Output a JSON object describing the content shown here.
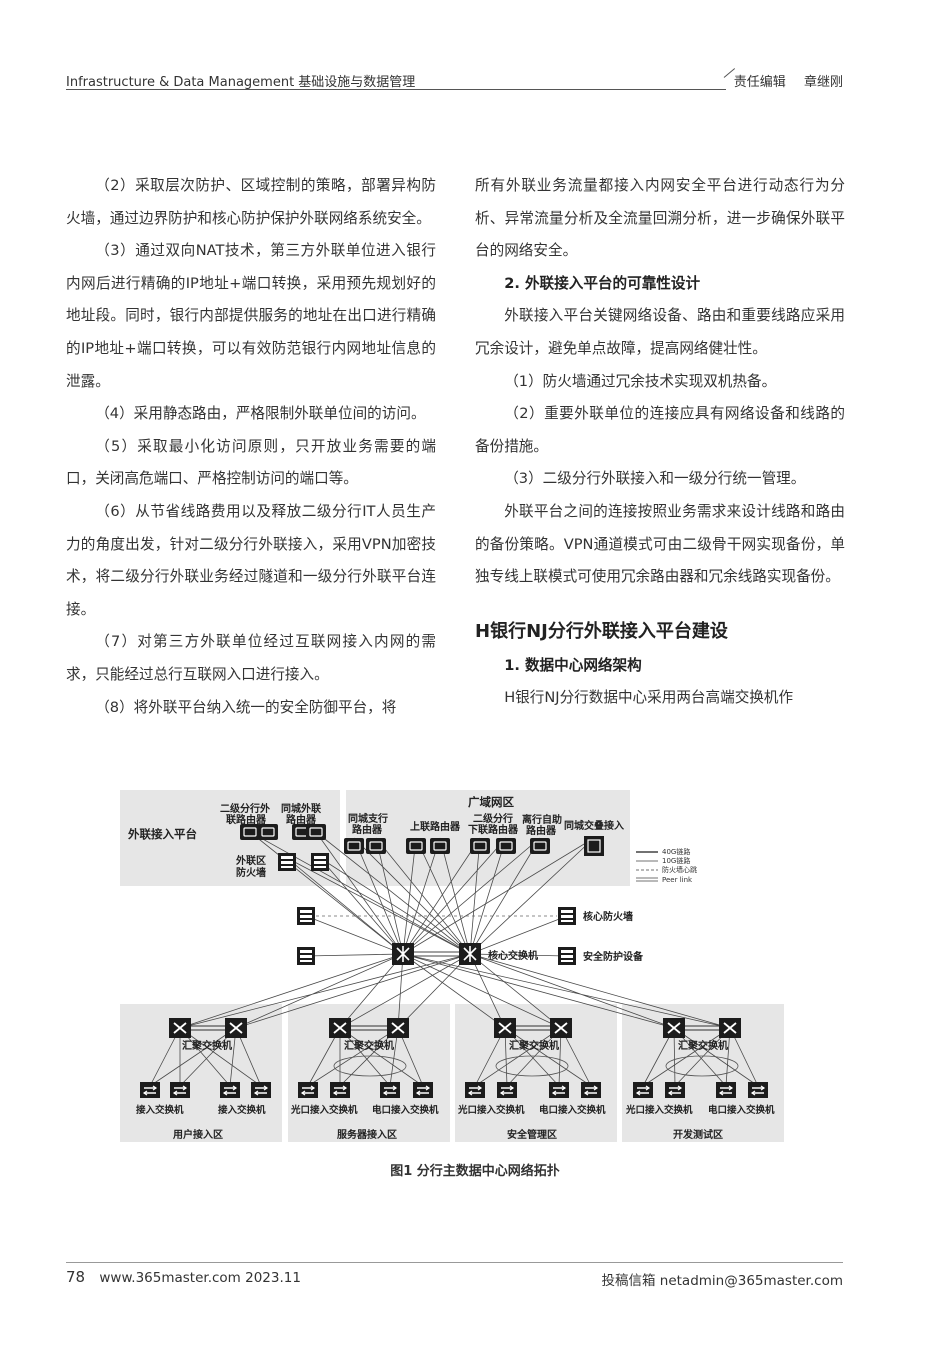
{
  "header": {
    "left": "Infrastructure & Data Management 基础设施与数据管理",
    "right_label": "责任编辑",
    "right_name": "章继刚"
  },
  "left_column": [
    "（2）采取层次防护、区域控制的策略，部署异构防火墙，通过边界防护和核心防护保护外联网络系统安全。",
    "（3）通过双向NAT技术，第三方外联单位进入银行内网后进行精确的IP地址+端口转换，采用预先规划好的地址段。同时，银行内部提供服务的地址在出口进行精确的IP地址+端口转换，可以有效防范银行内网地址信息的泄露。",
    "（4）采用静态路由，严格限制外联单位间的访问。",
    "（5）采取最小化访问原则，只开放业务需要的端口，关闭高危端口、严格控制访问的端口等。",
    "（6）从节省线路费用以及释放二级分行IT人员生产力的角度出发，针对二级分行外联接入，采用VPN加密技术，将二级分行外联业务经过隧道和一级分行外联平台连接。",
    "（7）对第三方外联单位经过互联网接入内网的需求，只能经过总行互联网入口进行接入。",
    "（8）将外联平台纳入统一的安全防御平台，将"
  ],
  "right_column": {
    "continuation": "所有外联业务流量都接入内网安全平台进行动态行为分析、异常流量分析及全流量回溯分析，进一步确保外联平台的网络安全。",
    "subheading_2": "2. 外联接入平台的可靠性设计",
    "para_a": "外联接入平台关键网络设备、路由和重要线路应采用冗余设计，避免单点故障，提高网络健壮性。",
    "item_1": "（1）防火墙通过冗余技术实现双机热备。",
    "item_2": "（2）重要外联单位的连接应具有网络设备和线路的备份措施。",
    "item_3": "（3）二级分行外联接入和一级分行统一管理。",
    "para_b": "外联平台之间的连接按照业务需求来设计线路和路由的备份策略。VPN通道模式可由二级骨干网实现备份，单独专线上联模式可使用冗余路由器和冗余线路实现备份。",
    "section_title": "H银行NJ分行外联接入平台建设",
    "subheading_1": "1. 数据中心网络架构",
    "para_c": "H银行NJ分行数据中心采用两台高端交换机作"
  },
  "figure": {
    "caption": "图1  分行主数据中心网络拓扑",
    "labels": {
      "ext_platform": "外联接入平台",
      "l2_router_1": "二级分行外",
      "l2_router_2": "联路由器",
      "city_ext_router_1": "同城外联",
      "city_ext_router_2": "路由器",
      "dmz_fw_1": "外联区",
      "dmz_fw_2": "防火墙",
      "wan": "广域网区",
      "city_branch_1": "同城支行",
      "city_branch_2": "路由器",
      "uplink_router": "上联路由器",
      "l2_branch_1": "二级分行",
      "l2_branch_2": "下联路由器",
      "self_service_1": "离行自助",
      "self_service_2": "路由器",
      "city_access": "同城交叠接入",
      "core_fw": "核心防火墙",
      "core_switch": "核心交换机",
      "security_device": "安全防护设备",
      "agg_switch": "汇聚交换机",
      "access_switch": "接入交换机",
      "optical_switch": "光口接入交换机",
      "electric_switch": "电口接入交换机",
      "zone_user": "用户接入区",
      "zone_server": "服务器接入区",
      "zone_security": "安全管理区",
      "zone_dev": "开发测试区"
    },
    "legend": [
      "40G链路",
      "10G链路",
      "防火墙心跳",
      "Peer link"
    ]
  },
  "footer": {
    "page_number": "78",
    "site_issue": "www.365master.com 2023.11",
    "submission": "投稿信箱 netadmin@365master.com"
  }
}
